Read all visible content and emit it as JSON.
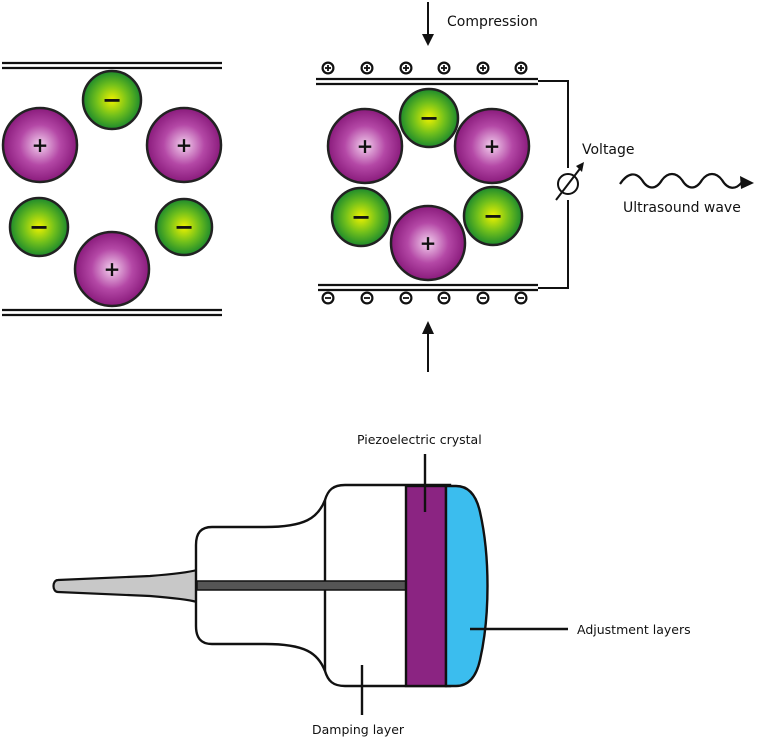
{
  "labels": {
    "compression": "Compression",
    "voltage": "Voltage",
    "ultrasound_wave": "Ultrasound wave",
    "piezoelectric_crystal": "Piezoelectric crystal",
    "adjustment_layers": "Adjustment layers",
    "damping_layer": "Damping layer"
  },
  "signs": {
    "positive": "+",
    "negative": "−"
  },
  "colors": {
    "positive_ion": "#8e1f7f",
    "positive_ion_center": "#f0c6ea",
    "negative_ion": "#1e8a2a",
    "negative_ion_center": "#e8f000",
    "crystal": "#8b2482",
    "adjustment_layer": "#3bbdee",
    "cable": "#c8c8c8",
    "rod": "#555555"
  },
  "icons": {
    "plus_charge": "circled-plus",
    "minus_charge": "circled-minus",
    "voltmeter": "variable-voltage-source"
  },
  "top_charges": [
    "+",
    "+",
    "+",
    "+",
    "+",
    "+"
  ],
  "bottom_charges": [
    "−",
    "−",
    "−",
    "−",
    "−",
    "−"
  ]
}
